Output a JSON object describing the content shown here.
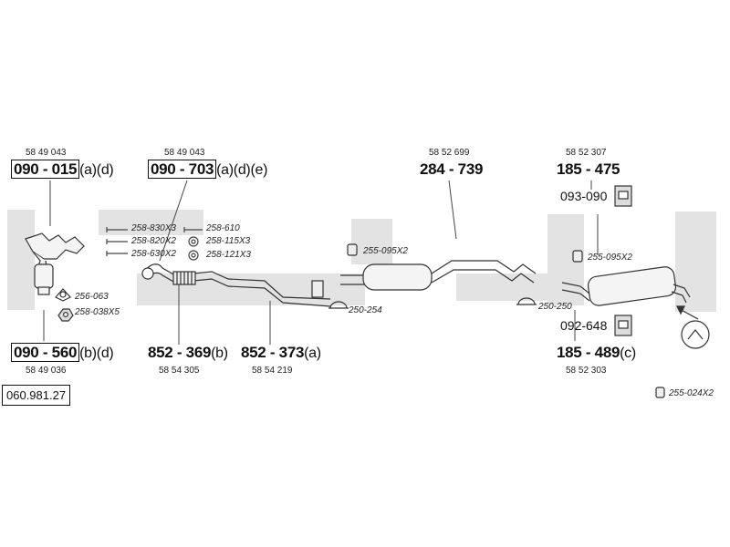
{
  "catalog_number": "060.981.27",
  "colors": {
    "line": "#333333",
    "watermark": "#d9d9d9",
    "part_fill": "#f4f4f4"
  },
  "parts": {
    "manifold": {
      "oe": "58 49 043",
      "code": "090 - 015",
      "suffix": "(a)(d)"
    },
    "front_pipe": {
      "oe": "58 49 043",
      "code": "090 - 703",
      "suffix": "(a)(d)(e)"
    },
    "catalyst": {
      "oe": "58 49 036",
      "code": "090 - 560",
      "suffix": "(b)(d)"
    },
    "pipe_b": {
      "oe": "58 54 305",
      "code": "852 - 369",
      "suffix": "(b)"
    },
    "pipe_a": {
      "oe": "58 54 219",
      "code": "852 - 373",
      "suffix": "(a)"
    },
    "middle": {
      "oe": "58 52 699",
      "code": "284 - 739",
      "suffix": ""
    },
    "rear_top": {
      "oe": "58 52 307",
      "code": "185 - 475",
      "suffix": ""
    },
    "rear_bot": {
      "oe": "58 52 303",
      "code": "185 - 489",
      "suffix": "(c)"
    }
  },
  "hardware": {
    "h093": "093-090",
    "h092": "092-648",
    "b258_830x3": "258-830X3",
    "b258_820x2": "258-820X2",
    "b258_630x2": "258-630X2",
    "b258_610": "258-610",
    "b258_115x3": "258-115X3",
    "b258_121x3": "258-121X3",
    "g256_063": "256-063",
    "n258_038x5": "258-038X5",
    "c255_095_l": "255-095X2",
    "c255_095_r": "255-095X2",
    "c250_254": "250-254",
    "c250_250": "250-250",
    "c255_024": "255-024X2"
  }
}
